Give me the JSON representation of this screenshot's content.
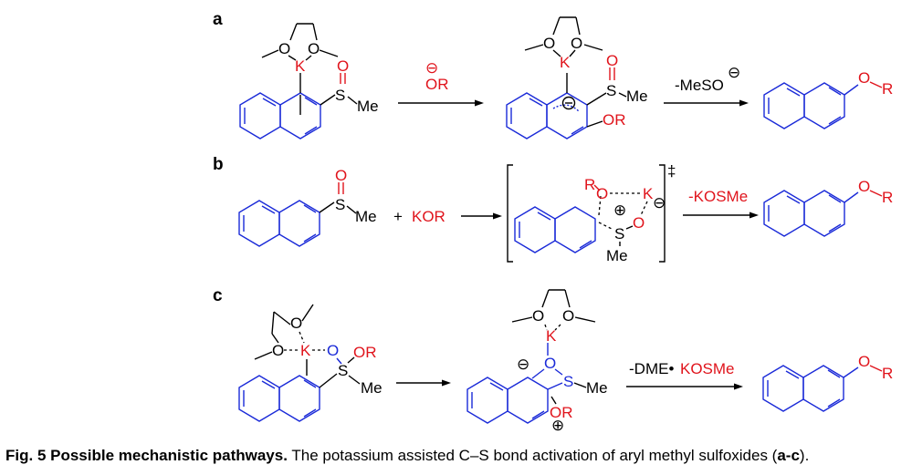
{
  "panels": {
    "a": "a",
    "b": "b",
    "c": "c"
  },
  "atoms": {
    "O": "O",
    "K": "K",
    "S": "S",
    "Me": "Me",
    "OR": "OR",
    "R": "R",
    "KOR": "KOR",
    "plus": "+",
    "minus": "⊖",
    "pluscircle": "⊕",
    "dagger": "‡"
  },
  "reagents": {
    "a_step1": "OR",
    "a_step2": "-MeSO",
    "b_step2": "-KOSMe",
    "c_step2_prefix": "-DME•",
    "c_step2_suffix": "KOSMe"
  },
  "caption": {
    "label": "Fig. 5 Possible mechanistic pathways.",
    "text": " The potassium assisted C–S bond activation of aryl methyl sulfoxides (",
    "range": "a-c",
    "end": ")."
  },
  "colors": {
    "red": "#e0141c",
    "blue": "#1a2ad8",
    "black": "#000000"
  }
}
